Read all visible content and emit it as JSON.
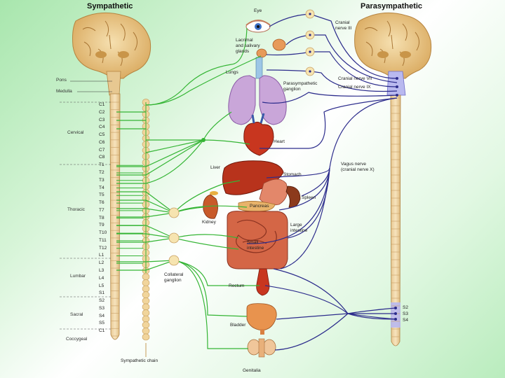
{
  "titles": {
    "left": "Sympathetic",
    "right": "Parasympathetic"
  },
  "brain_labels": {
    "pons": "Pons",
    "medulla": "Medulla"
  },
  "regions": {
    "cervical": "Cervical",
    "thoracic": "Thoracic",
    "lumbar": "Lumbar",
    "sacral": "Sacral",
    "coccygeal": "Coccygeal"
  },
  "segments": [
    "C1",
    "C2",
    "C3",
    "C4",
    "C5",
    "C6",
    "C7",
    "C8",
    "T1",
    "T2",
    "T3",
    "T4",
    "T5",
    "T6",
    "T7",
    "T8",
    "T9",
    "T10",
    "T11",
    "T12",
    "L1",
    "L2",
    "L3",
    "L4",
    "L5",
    "S1",
    "S2",
    "S3",
    "S4",
    "S5",
    "C1"
  ],
  "organs": {
    "eye": "Eye",
    "lacrimal": [
      "Lacrimal",
      "and salivary",
      "glands"
    ],
    "lungs": "Lungs",
    "heart": "Heart",
    "liver": "Liver",
    "stomach": "Stomach",
    "spleen": "Spleen",
    "pancreas": "Pancreas",
    "kidney": "Kidney",
    "large_intestine": [
      "Large",
      "intestine"
    ],
    "small_intestine": [
      "Small",
      "intestine"
    ],
    "rectum": "Rectum",
    "bladder": "Bladder",
    "genitalia": "Genitalia"
  },
  "ganglia": {
    "parasympathetic": [
      "Parasympathetic",
      "ganglion"
    ],
    "collateral": [
      "Collateral",
      "ganglion"
    ],
    "chain": "Sympathetic chain"
  },
  "nerves": {
    "cranial_iii": [
      "Cranial",
      "nerve III"
    ],
    "cranial_vii": "Cranial nerve VII",
    "cranial_ix": "Cranial nerve IX",
    "vagus": [
      "Vagus nerve",
      "(cranial nerve X)"
    ]
  },
  "sacral_right": [
    "S2",
    "S3",
    "S4"
  ],
  "colors": {
    "sympathetic": "#35b535",
    "parasympathetic": "#2c2c8c",
    "organ_red": "#c8361f",
    "brain": "#e8c98b",
    "cord": "#f1d7a6"
  }
}
